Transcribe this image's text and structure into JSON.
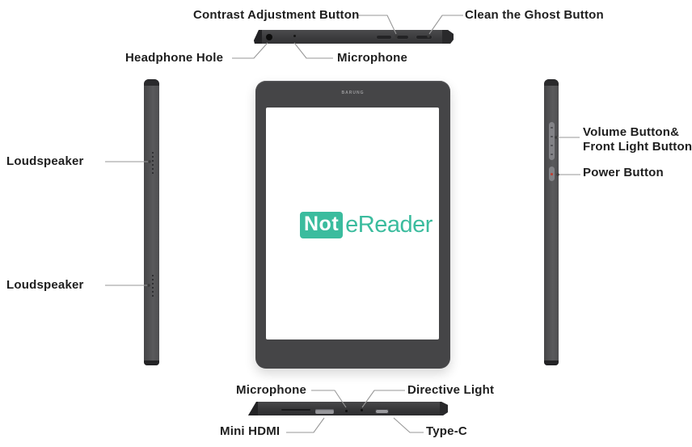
{
  "device": {
    "brand_text": "BARUNG",
    "logo_badge": "Not",
    "logo_rest": "eReader",
    "accent_color": "#3bbc9e",
    "body_color": "#454547"
  },
  "labels": {
    "contrast": "Contrast Adjustment Button",
    "clean_ghost": "Clean the Ghost Button",
    "headphone": "Headphone Hole",
    "microphone_top": "Microphone",
    "loudspeaker_upper": "Loudspeaker",
    "loudspeaker_lower": "Loudspeaker",
    "volume_line1": "Volume Button&",
    "volume_line2": "Front Light Button",
    "power": "Power Button",
    "microphone_bottom": "Microphone",
    "directive_light": "Directive Light",
    "mini_hdmi": "Mini HDMI",
    "type_c": "Type-C"
  }
}
